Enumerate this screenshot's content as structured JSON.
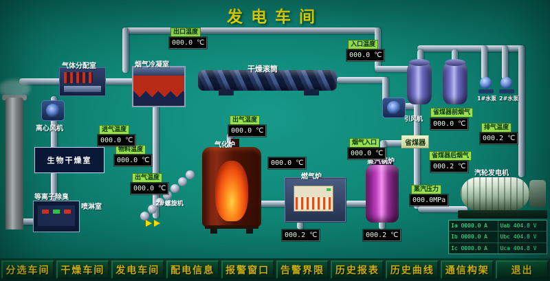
{
  "title": "发电车间",
  "colors": {
    "screen_teal": "#0f8878",
    "label_green": "#98e04e",
    "nav_yellow": "#ffd900",
    "alarm_red": "#c8301c"
  },
  "labels": {
    "outlet_temp": "出口温度",
    "inlet_temp": "入口温度",
    "gas_distribution_room": "气体分配室",
    "flue_cooling_room": "烟气冷凝室",
    "drying_drum": "干燥滚筒",
    "centrifugal_fan": "离心风机",
    "bio_drying_room": "生物干燥室",
    "intake_temp": "进气温度",
    "material_temp": "物料温度",
    "outgas_temp_left": "出气温度",
    "plasma_deodorize": "等离子除臭",
    "spray_room": "喷淋室",
    "outgas_temp_center": "出气温度",
    "gasifier": "气化炉",
    "screw_machine": "2#螺旋机",
    "gas_furnace": "燃气炉",
    "flue_inlet": "烟气入口",
    "steam_boiler": "蒸汽锅炉",
    "economizer": "省煤器",
    "induced_fan": "引风机",
    "eco_front_flue": "省煤器前烟气",
    "eco_back_flue": "省煤器后烟气",
    "exhaust_temp": "排气温度",
    "steam_pressure": "蒸汽压力",
    "turbine_generator": "汽轮发电机",
    "pump1": "1#水泵",
    "pump2": "2#水泵"
  },
  "displays": {
    "outlet_temp": "000.0 ℃",
    "inlet_temp": "000.0 ℃",
    "intake_temp": "000.0 ℃",
    "material_temp": "000.0 ℃",
    "outgas_left": "000.0 ℃",
    "outgas_center": "000.0 ℃",
    "gasifier_side": "000.0 ℃",
    "flue_inlet": "000.0 ℃",
    "eco_front": "000.0 ℃",
    "eco_back": "000.2 ℃",
    "exhaust": "000.2 ℃",
    "steam_pressure": "000.0MPa",
    "gas_furnace_out": "000.2 ℃",
    "boiler_out": "000.2 ℃"
  },
  "generator_table": {
    "rows": [
      [
        "Ia 0000.0 A",
        "Uab 404.8 V"
      ],
      [
        "Ib 0000.0 A",
        "Ubc 404.8 V"
      ],
      [
        "Ic 0000.0 A",
        "Uca 404.8 V"
      ]
    ]
  },
  "nav_buttons": [
    "分选车间",
    "干燥车间",
    "发电车间",
    "配电信息",
    "报警窗口",
    "告警界限",
    "历史报表",
    "历史曲线",
    "通信构架",
    "退出"
  ]
}
